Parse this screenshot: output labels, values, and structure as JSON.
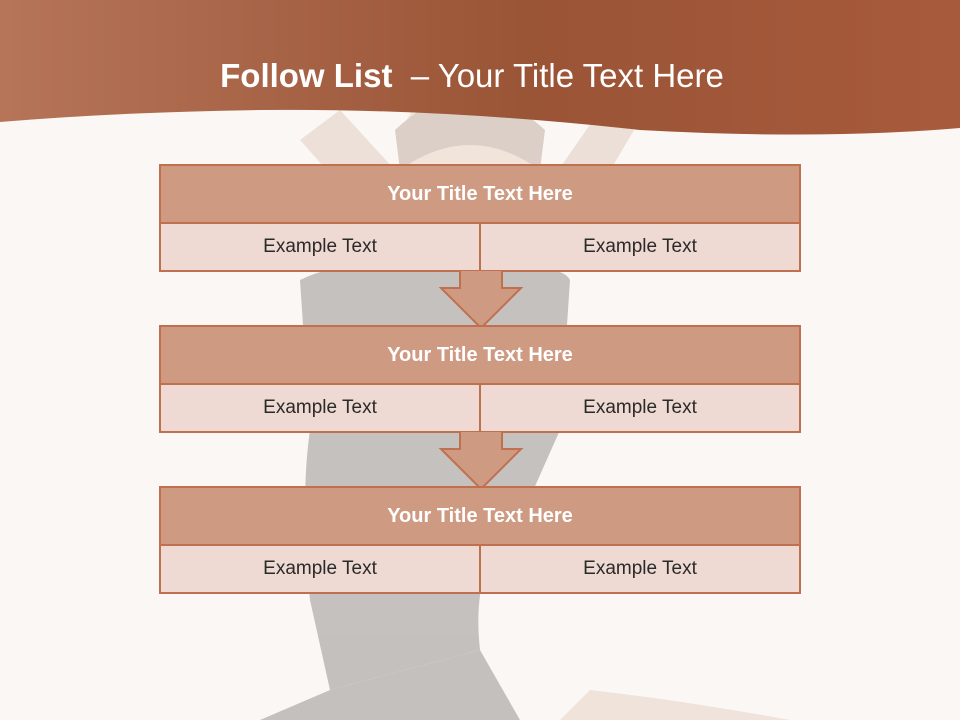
{
  "slide": {
    "title_bold": "Follow List",
    "title_rest": "  – Your Title Text Here"
  },
  "colors": {
    "header": "#a85a3c",
    "box_title_fill": "#cf9a82",
    "box_cell_fill": "#eed9d3",
    "box_border": "#c0704f",
    "background": "#fbf7f4"
  },
  "blocks": [
    {
      "title": "Your Title Text Here",
      "left": "Example Text",
      "right": "Example Text"
    },
    {
      "title": "Your Title Text Here",
      "left": "Example Text",
      "right": "Example Text"
    },
    {
      "title": "Your Title Text Here",
      "left": "Example Text",
      "right": "Example Text"
    }
  ],
  "connectors": [
    {
      "icon": "arrow-down-icon"
    },
    {
      "icon": "arrow-down-icon"
    }
  ]
}
